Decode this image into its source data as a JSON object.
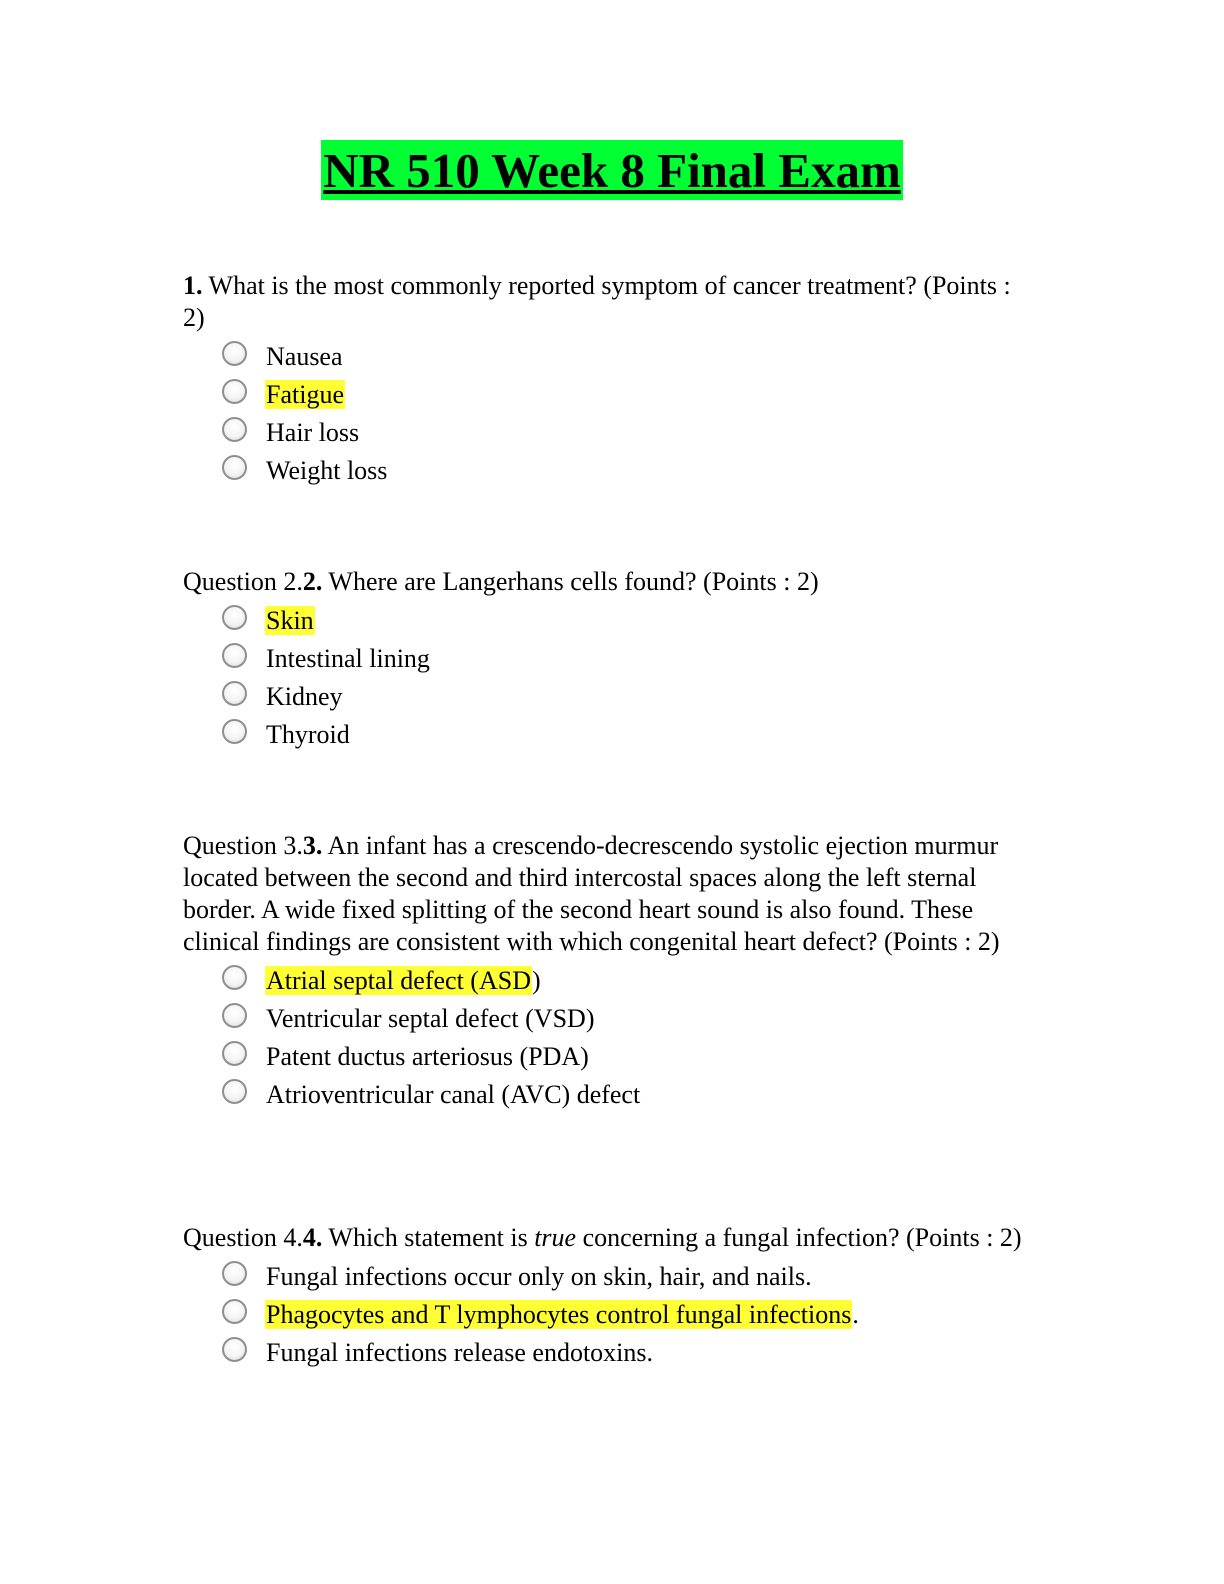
{
  "colors": {
    "title_highlight": "#00ff33",
    "answer_highlight": "#ffff33"
  },
  "title": "NR 510 Week 8 Final Exam",
  "questions": [
    {
      "prefix": "",
      "number": "1.",
      "text_before": " What is the most commonly reported symptom of cancer treatment? (Points : 2)",
      "emphasis": "",
      "text_after": "",
      "options": [
        {
          "text": "Nausea",
          "tail": "",
          "highlighted": false
        },
        {
          "text": "Fatigue",
          "tail": "",
          "highlighted": true
        },
        {
          "text": "Hair loss",
          "tail": "",
          "highlighted": false
        },
        {
          "text": "Weight loss",
          "tail": "",
          "highlighted": false
        }
      ]
    },
    {
      "prefix": "Question 2.",
      "number": "2.",
      "text_before": " Where are Langerhans cells found? (Points : 2)",
      "emphasis": "",
      "text_after": "",
      "options": [
        {
          "text": "Skin",
          "tail": "",
          "highlighted": true
        },
        {
          "text": "Intestinal lining",
          "tail": "",
          "highlighted": false
        },
        {
          "text": "Kidney",
          "tail": "",
          "highlighted": false
        },
        {
          "text": "Thyroid",
          "tail": "",
          "highlighted": false
        }
      ]
    },
    {
      "prefix": "Question 3.",
      "number": "3.",
      "text_before": " An infant has a crescendo-decrescendo systolic ejection murmur located between the second and third intercostal spaces along the left sternal border. A wide fixed splitting of the second heart sound is also found. These clinical findings are consistent with which congenital heart defect? (Points : 2)",
      "emphasis": "",
      "text_after": "",
      "options": [
        {
          "text": "Atrial septal defect (ASD",
          "tail": ")",
          "highlighted": true
        },
        {
          "text": "Ventricular septal defect (VSD)",
          "tail": "",
          "highlighted": false
        },
        {
          "text": "Patent ductus arteriosus (PDA)",
          "tail": "",
          "highlighted": false
        },
        {
          "text": "Atrioventricular canal (AVC) defect",
          "tail": "",
          "highlighted": false
        }
      ]
    },
    {
      "prefix": "Question 4.",
      "number": "4.",
      "text_before": " Which statement is ",
      "emphasis": "true",
      "text_after": " concerning a fungal infection? (Points : 2)",
      "options": [
        {
          "text": "Fungal infections occur only on skin, hair, and nails.",
          "tail": "",
          "highlighted": false
        },
        {
          "text": "Phagocytes and T lymphocytes control fungal infections",
          "tail": ".",
          "highlighted": true
        },
        {
          "text": "Fungal infections release endotoxins.",
          "tail": "",
          "highlighted": false
        }
      ]
    }
  ]
}
